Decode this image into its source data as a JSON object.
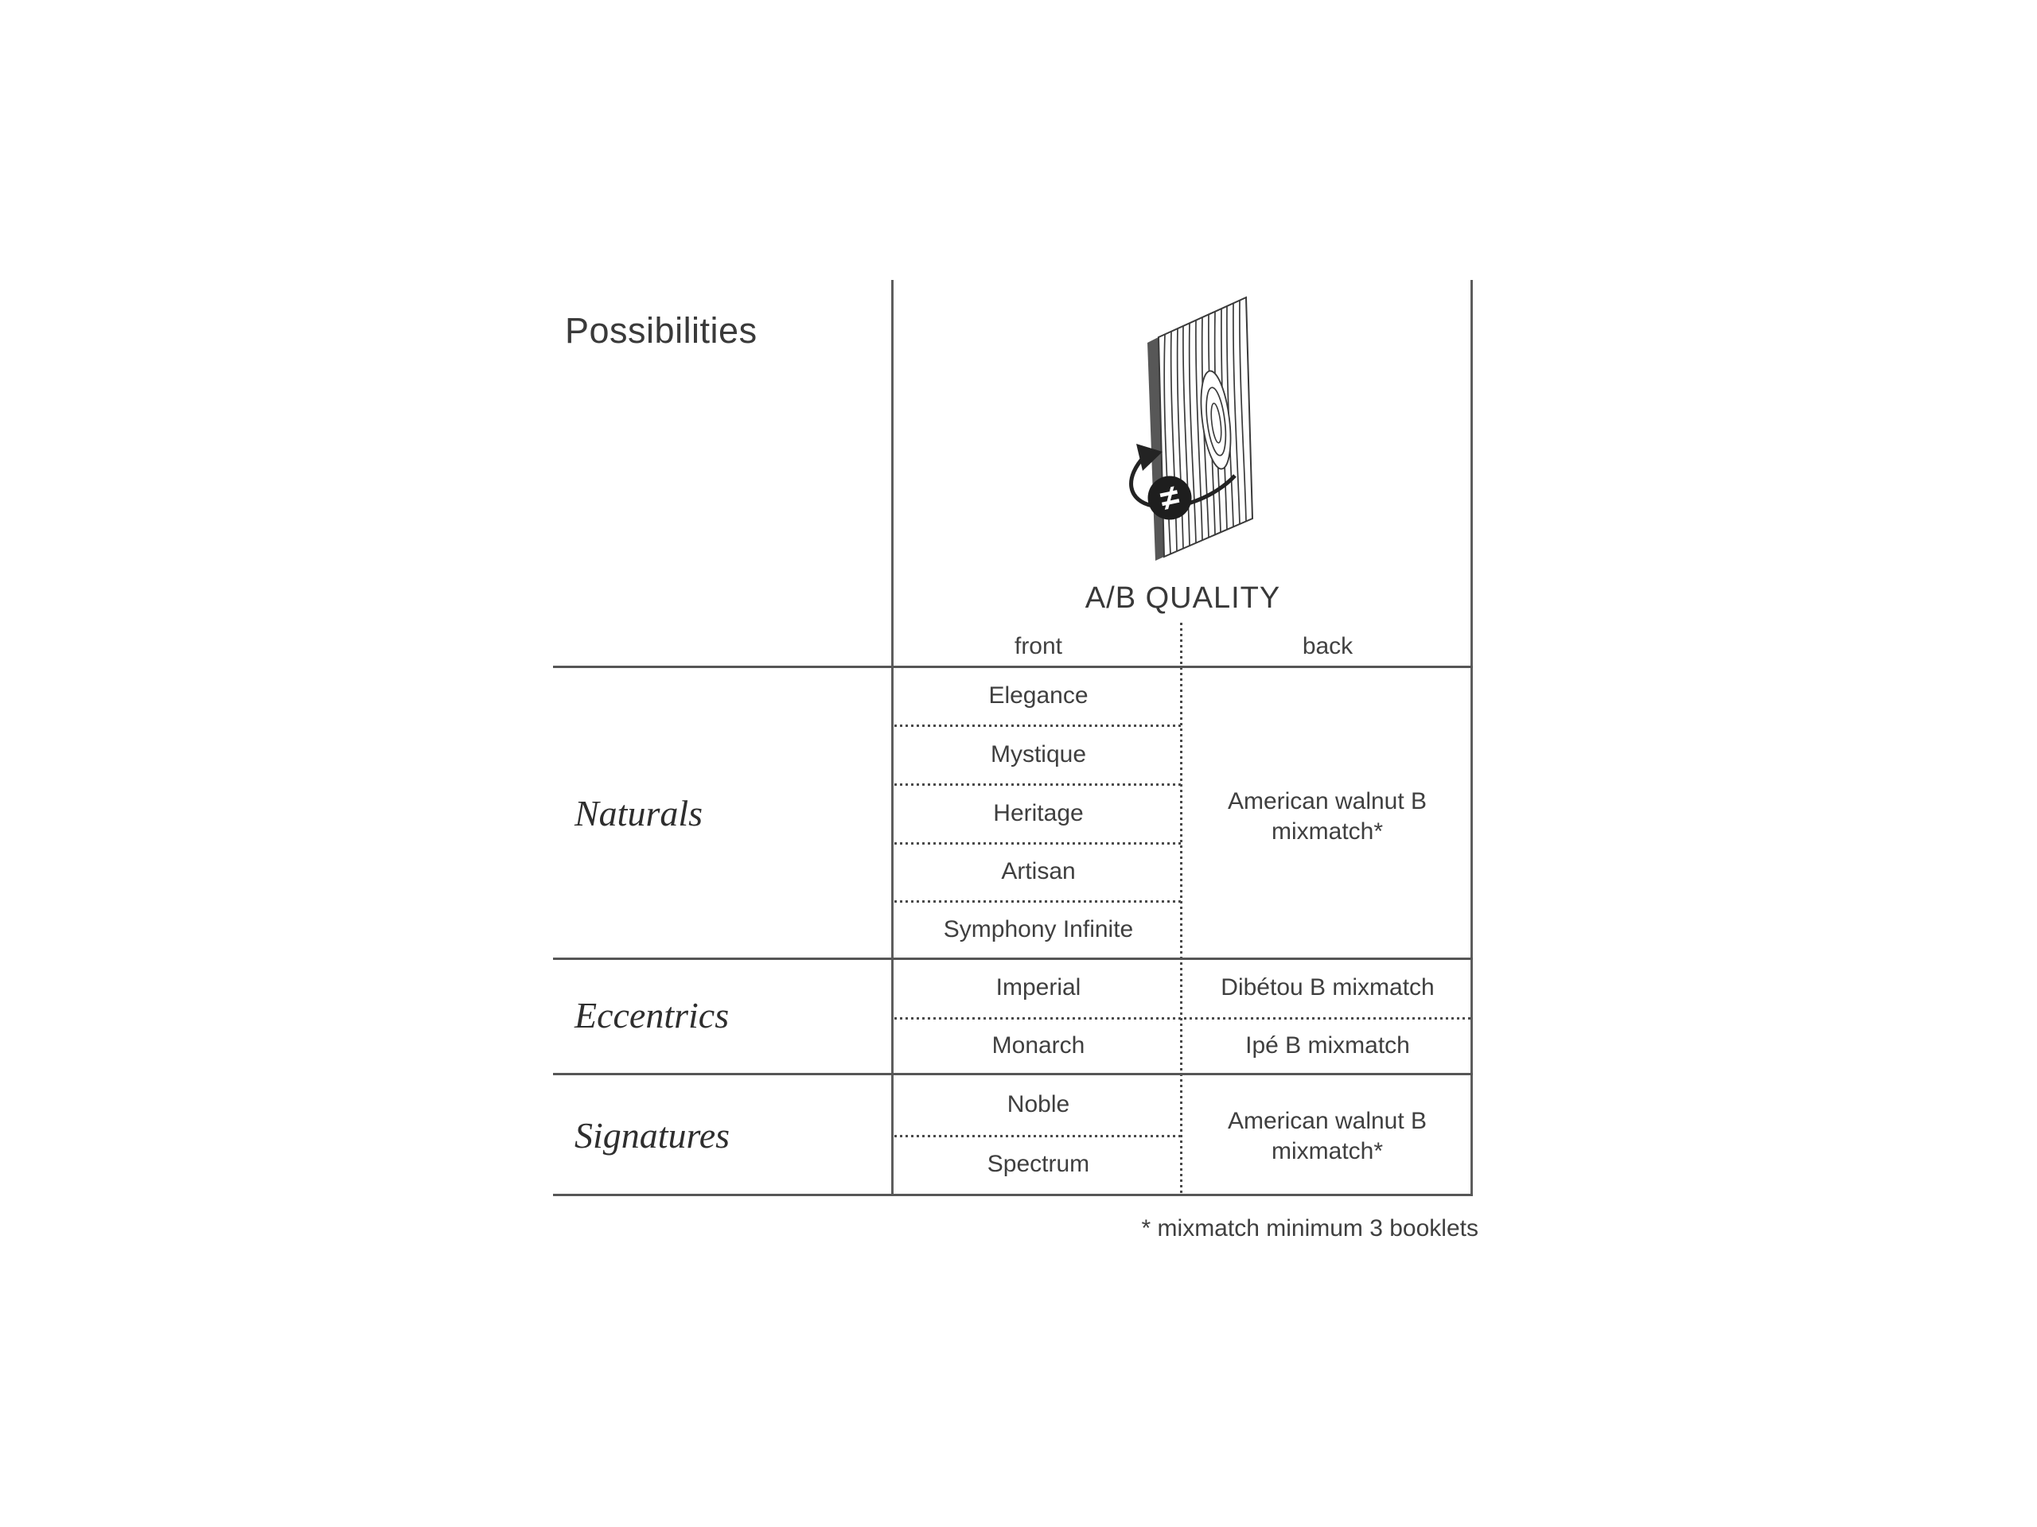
{
  "page": {
    "title": "Possibilities"
  },
  "illustration": {
    "icon": "wood-panel-flip-icon",
    "symbol": "≠",
    "caption": "A/B QUALITY"
  },
  "table": {
    "columns": {
      "front": "front",
      "back": "back"
    },
    "groups": [
      {
        "label": "Naturals",
        "front_rows": [
          "Elegance",
          "Mystique",
          "Heritage",
          "Artisan",
          "Symphony Infinite"
        ],
        "back_merged": "American walnut B mixmatch*"
      },
      {
        "label": "Eccentrics",
        "rows": [
          {
            "front": "Imperial",
            "back": "Dibétou B mixmatch"
          },
          {
            "front": "Monarch",
            "back": "Ipé B mixmatch"
          }
        ]
      },
      {
        "label": "Signatures",
        "front_rows": [
          "Noble",
          "Spectrum"
        ],
        "back_merged": "American walnut B mixmatch*"
      }
    ],
    "footnote": "* mixmatch minimum 3 booklets"
  },
  "colors": {
    "text": "#3a3a3a",
    "rule": "#5d5d5d",
    "dotted_rule": "#4a4a4a",
    "icon_dark": "#1e1e1e",
    "background": "#ffffff"
  }
}
